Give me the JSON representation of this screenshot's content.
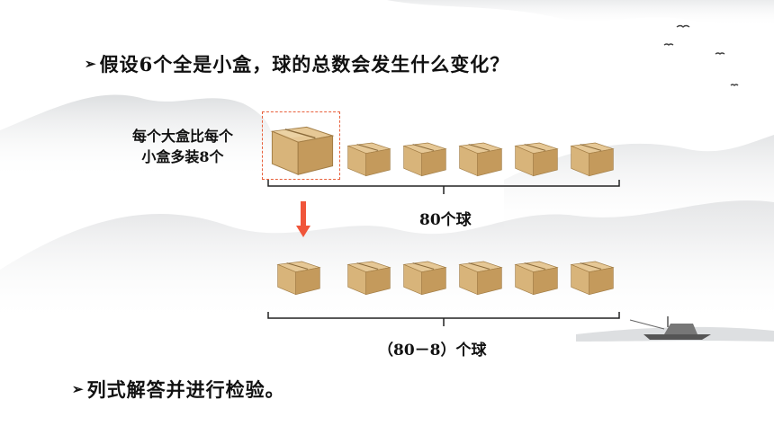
{
  "question": {
    "marker": "➢",
    "text": "假设6个全是小盒，球的总数会发生什么变化？"
  },
  "side_label": {
    "line1": "每个大盒比每个",
    "line2": "小盒多装8个"
  },
  "top_total_label": "80个球",
  "bottom_total_label": "（80－8）个球",
  "instruction": {
    "marker": "➢",
    "text": "列式解答并进行检验。"
  },
  "colors": {
    "dashed_outline": "#e8603c",
    "down_arrow": "#f0553a",
    "box_face": "#d8b47a",
    "box_side": "#c49a5c",
    "box_top": "#e6c896"
  },
  "icons": {
    "box": "cardboard-box-icon",
    "arrow": "down-arrow-icon"
  }
}
